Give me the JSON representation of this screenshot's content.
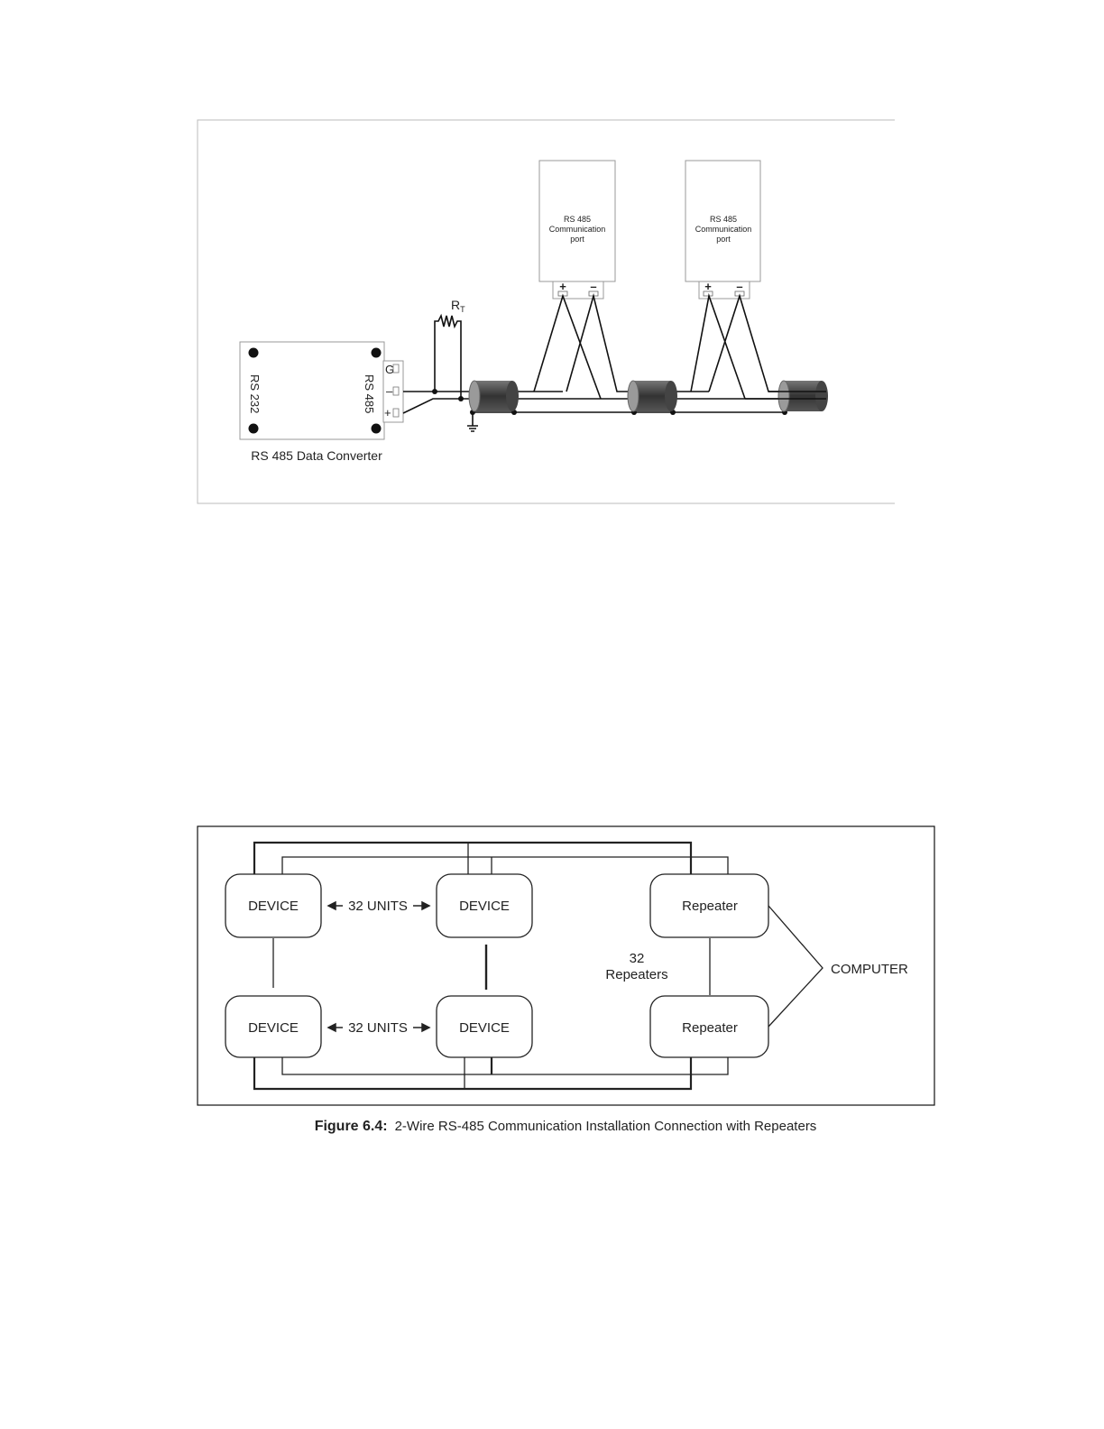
{
  "figure1": {
    "port1": {
      "line1": "RS 485",
      "line2": "Communication",
      "line3": "port",
      "plus": "+",
      "minus": "–"
    },
    "port2": {
      "line1": "RS 485",
      "line2": "Communication",
      "line3": "port",
      "plus": "+",
      "minus": "–"
    },
    "resistor": {
      "label": "R",
      "sub": "T"
    },
    "converter": {
      "left_label": "RS 232",
      "right_label": "RS 485",
      "term_g": "G",
      "term_minus": "–",
      "term_plus": "+",
      "caption": "RS 485 Data Converter"
    }
  },
  "figure2": {
    "device_top_left": "DEVICE",
    "device_top_right": "DEVICE",
    "device_bottom_left": "DEVICE",
    "device_bottom_right": "DEVICE",
    "units_top": "32 UNITS",
    "units_bottom": "32 UNITS",
    "repeater_top": "Repeater",
    "repeater_bottom": "Repeater",
    "repeaters_count": "32",
    "repeaters_label": "Repeaters",
    "computer": "COMPUTER",
    "caption_bold": "Figure 6.4",
    "caption_sep": ":",
    "caption_text": "2-Wire RS-485 Communication Installation Connection with Repeaters"
  }
}
